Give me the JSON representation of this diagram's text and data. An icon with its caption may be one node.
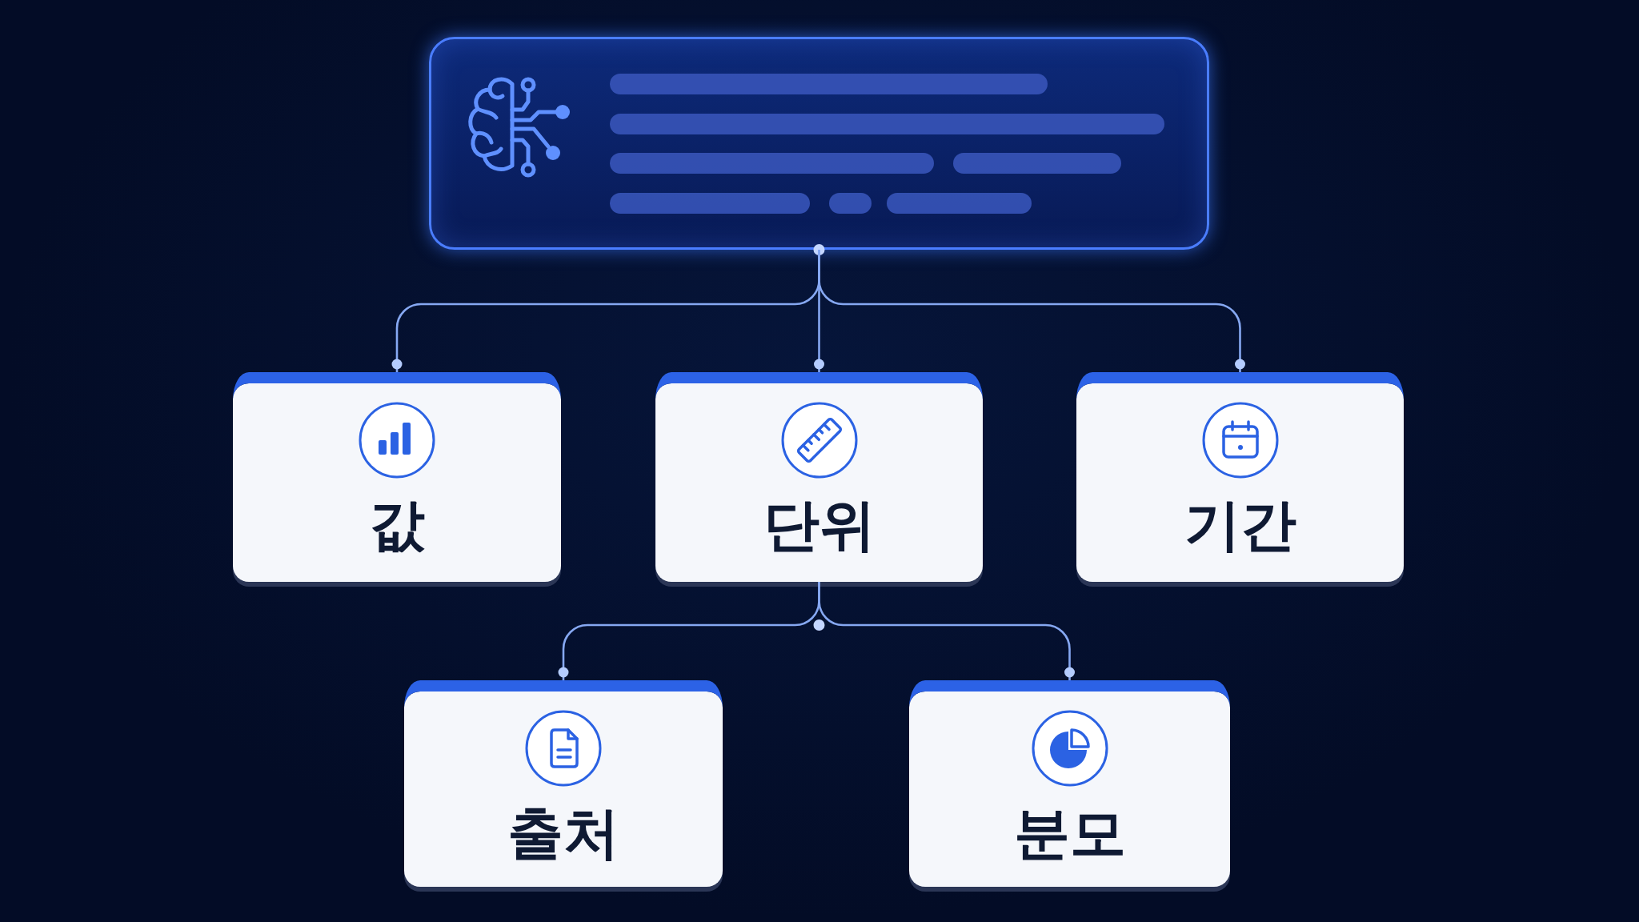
{
  "diagram": {
    "nodes": [
      {
        "text": [],
        "shape": "box"
      },
      {
        "text": [
          "값"
        ]
      },
      {
        "text": [
          "단위"
        ]
      },
      {
        "text": [
          "기간"
        ]
      },
      {
        "text": [
          "출처"
        ]
      },
      {
        "text": [
          "분모"
        ]
      }
    ],
    "edges": [
      {
        "from": 0,
        "to": 1,
        "arrow": "other"
      },
      {
        "from": 0,
        "to": 2,
        "arrow": "other"
      },
      {
        "from": 0,
        "to": 3,
        "arrow": "other"
      },
      {
        "from": 2,
        "to": 4,
        "arrow": "other"
      },
      {
        "from": 2,
        "to": 5,
        "arrow": "other"
      }
    ]
  }
}
